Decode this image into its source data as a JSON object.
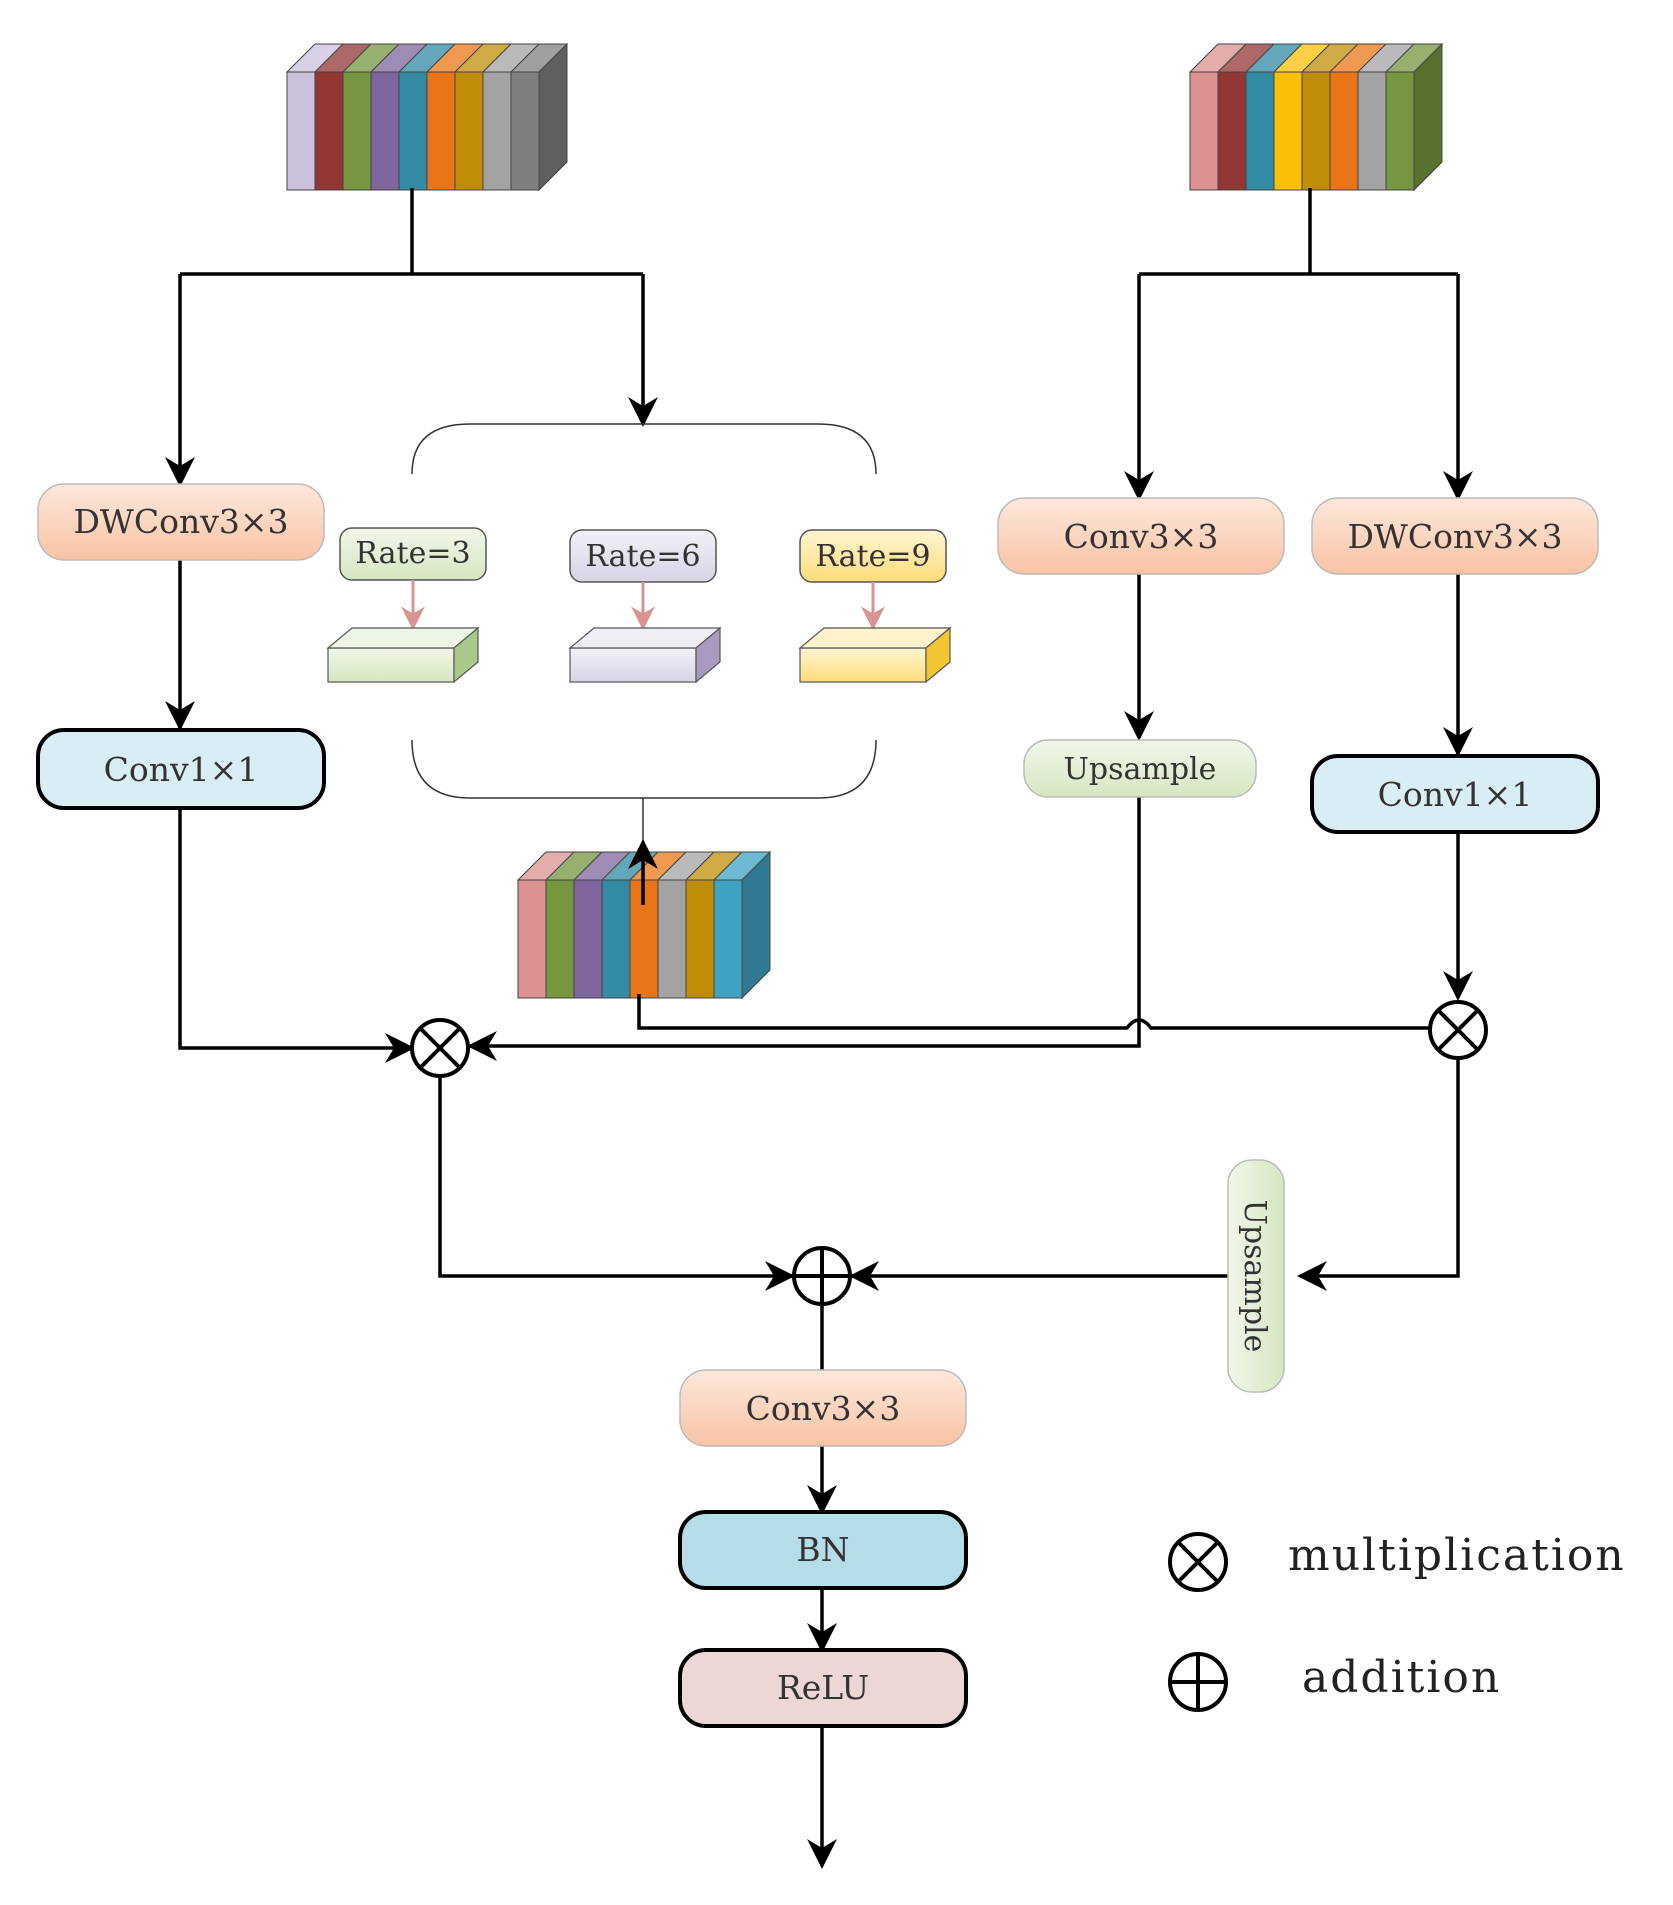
{
  "blocks": {
    "dwconv_left": "DWConv3×3",
    "conv1x1_left": "Conv1×1",
    "rate1": "Rate=3",
    "rate2": "Rate=6",
    "rate3": "Rate=9",
    "conv3x3_right": "Conv3×3",
    "dwconv_right": "DWConv3×3",
    "upsample_right": "Upsample",
    "conv1x1_right": "Conv1×1",
    "upsample_vertical": "Upsample",
    "conv3x3_bottom": "Conv3×3",
    "bn": "BN",
    "relu": "ReLU"
  },
  "legend": {
    "multiplication": "multiplication",
    "addition": "addition"
  },
  "colors": {
    "peach_block": "#fbd3bd",
    "blue_block": "#d9eef4",
    "green_block": "#e3efd4",
    "lavender_block": "#e3deec",
    "yellow_block": "#fde9a4",
    "bn_block": "#b5dde7",
    "relu_block": "#ecd6d6",
    "rate_arrow": "#d99591"
  },
  "feature_maps": {
    "top_left": [
      "#cbc1dd",
      "#923734",
      "#76963f",
      "#7e659e",
      "#328aa3",
      "#ea7516",
      "#c08e06",
      "#a3a3a3",
      "#7f7f7f"
    ],
    "top_right": [
      "#db9290",
      "#923734",
      "#328aa3",
      "#fbbf06",
      "#c08e06",
      "#ea7516",
      "#a3a3a3",
      "#76963f"
    ],
    "center": [
      "#db9290",
      "#76963f",
      "#7e659e",
      "#328aa3",
      "#ea7516",
      "#a3a3a3",
      "#c08e06",
      "#3ea3c3"
    ]
  }
}
